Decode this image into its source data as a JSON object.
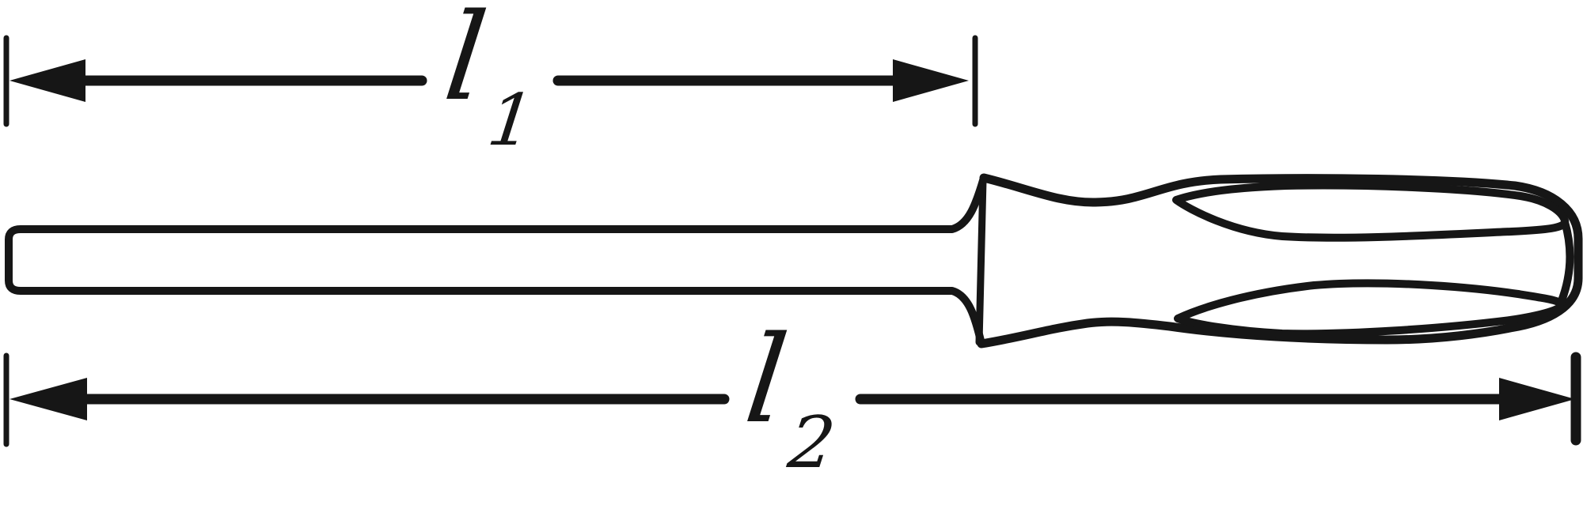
{
  "figure": {
    "type": "technical-line-drawing",
    "subject": "screwdriver-side-view",
    "colors": {
      "line": "#161616",
      "background": "#ffffff"
    },
    "dimensions": {
      "l1": {
        "symbol": "l",
        "subscript": "1"
      },
      "l2": {
        "symbol": "l",
        "subscript": "2"
      }
    }
  }
}
